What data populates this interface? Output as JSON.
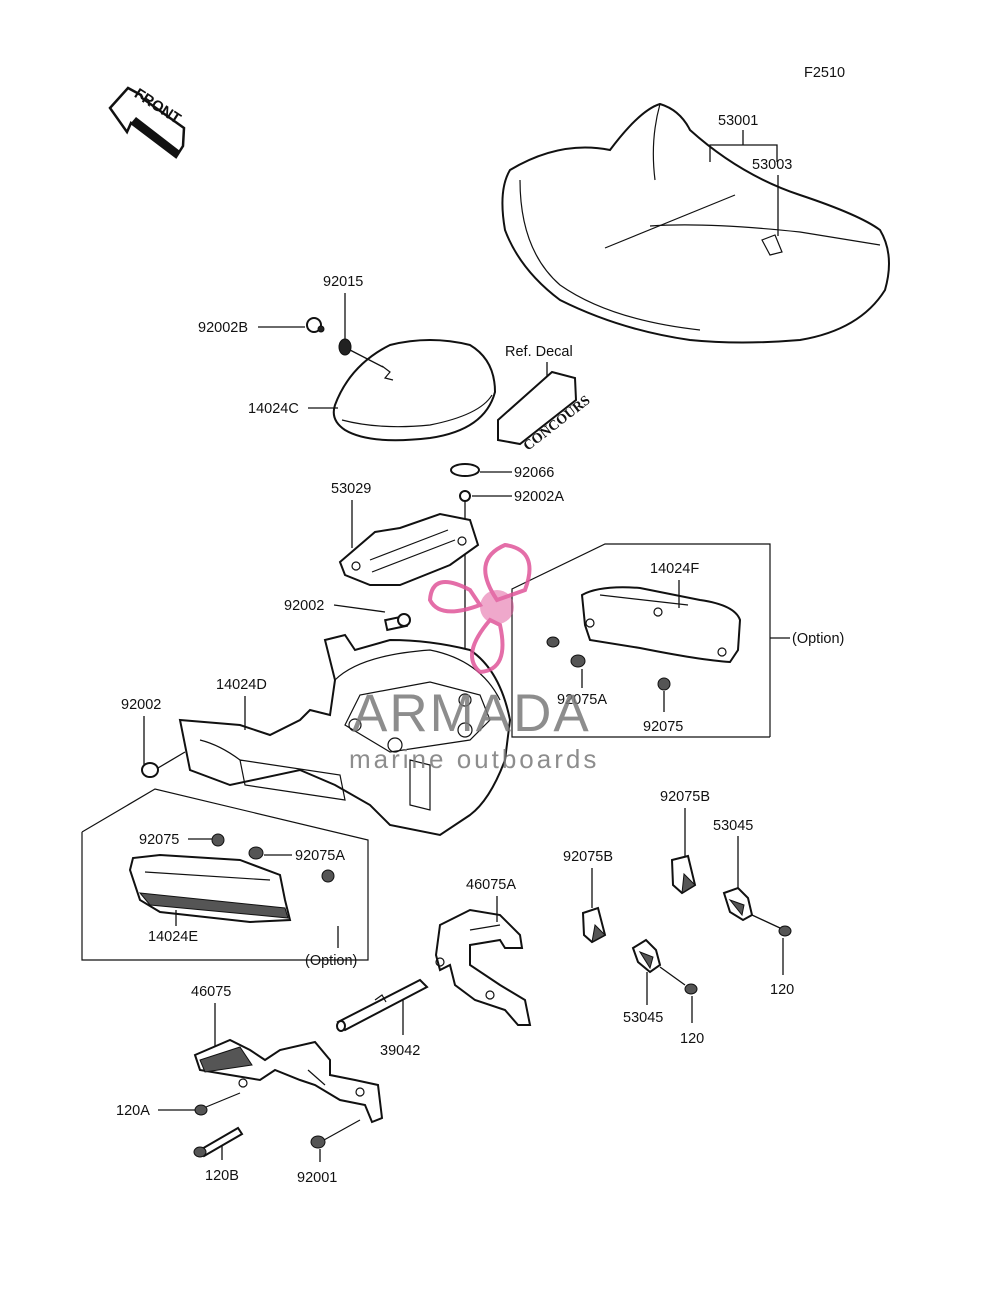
{
  "figure_code": "F2510",
  "front_label": "FRONT",
  "watermark": {
    "brand": "ARMADA",
    "tagline": "marine outboards",
    "accent_color": "#e0559a"
  },
  "labels": {
    "p53001": "53001",
    "p53003": "53003",
    "p92015": "92015",
    "p92002B": "92002B",
    "p14024C": "14024C",
    "ref_decal": "Ref. Decal",
    "decal_text": "CONCOURS",
    "p92066": "92066",
    "p92002A": "92002A",
    "p53029": "53029",
    "p14024F": "14024F",
    "option_right": "(Option)",
    "p92002_center": "92002",
    "p14024D": "14024D",
    "p92002_left": "92002",
    "p92075A_right": "92075A",
    "p92075_right": "92075",
    "p92075B_top": "92075B",
    "p53045_top": "53045",
    "p92075_left": "92075",
    "p92075A_left": "92075A",
    "p14024E": "14024E",
    "option_left": "(Option)",
    "p46075A": "46075A",
    "p92075B_mid": "92075B",
    "p120_right": "120",
    "p53045_bottom": "53045",
    "p120_mid": "120",
    "p46075": "46075",
    "p39042": "39042",
    "p120A": "120A",
    "p120B": "120B",
    "p92001": "92001"
  }
}
